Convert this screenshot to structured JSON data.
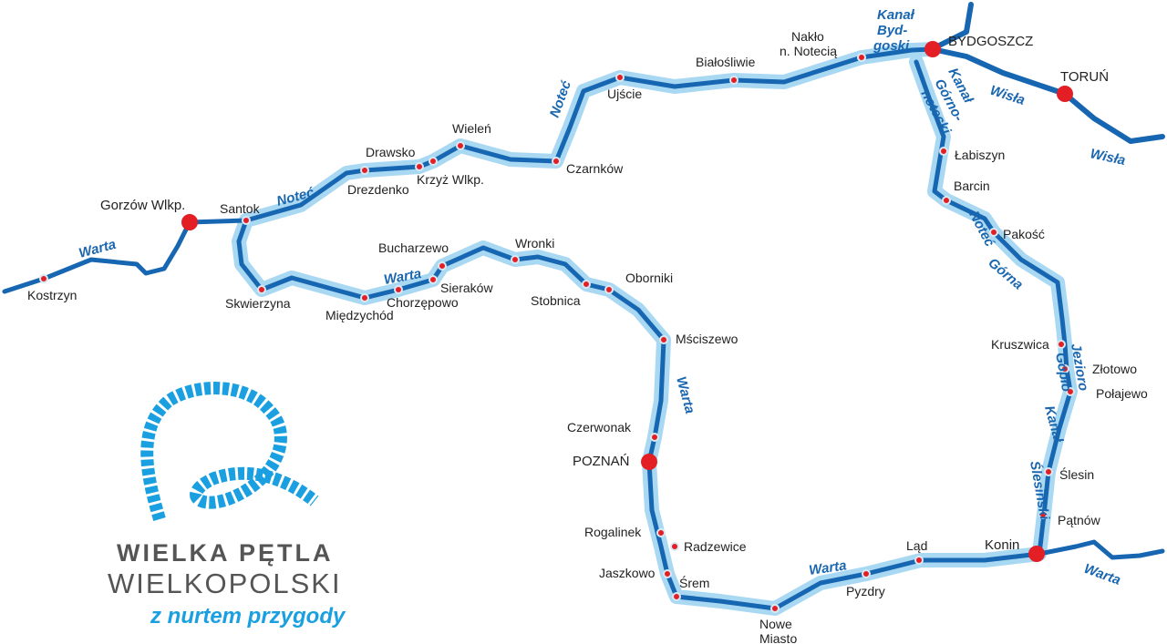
{
  "colors": {
    "route_halo": "#a9d8f2",
    "river": "#1766b2",
    "city_dot": "#e31e24",
    "town_dot": "#e31e24"
  },
  "cities": [
    "Gorzów Wlkp.",
    "BYDGOSZCZ",
    "TORUŃ",
    "POZNAŃ",
    "Konin"
  ],
  "towns": [
    "Kostrzyn",
    "Santok",
    "Skwierzyna",
    "Drezdenko",
    "Drawsko",
    "Krzyż Wlkp.",
    "Wieleń",
    "Czarnków",
    "Ujście",
    "Białośliwie",
    "Nakło",
    "n. Notecią",
    "Łabiszyn",
    "Barcin",
    "Pakość",
    "Kruszwica",
    "Złotowo",
    "Połajewo",
    "Ślesin",
    "Pątnów",
    "Ląd",
    "Pyzdry",
    "Nowe",
    "Miasto",
    "Śrem",
    "Jaszkowo",
    "Radzewice",
    "Rogalinek",
    "Czerwonak",
    "Mściszewo",
    "Oborniki",
    "Stobnica",
    "Wronki",
    "Bucharzewo",
    "Sieraków",
    "Chorzępowo",
    "Międzychód"
  ],
  "rivers": {
    "warta": "Warta",
    "notec": "Noteć",
    "kanal_bydgoski": [
      "Kanał",
      "Byd-",
      "goski"
    ],
    "kanal_gornonotecki": [
      "Kanał",
      "Górno-",
      "notecki"
    ],
    "wisla": "Wisła",
    "notec_gorna": [
      "Noteć",
      "Górna"
    ],
    "goplo": [
      "Jezioro",
      "Gopło"
    ],
    "kanal_slesinski": [
      "Kanał",
      "Ślesiński"
    ]
  },
  "logo": {
    "line1": "WIELKA PĘTLA",
    "line2": "WIELKOPOLSKI",
    "tagline": "z nurtem przygody"
  }
}
